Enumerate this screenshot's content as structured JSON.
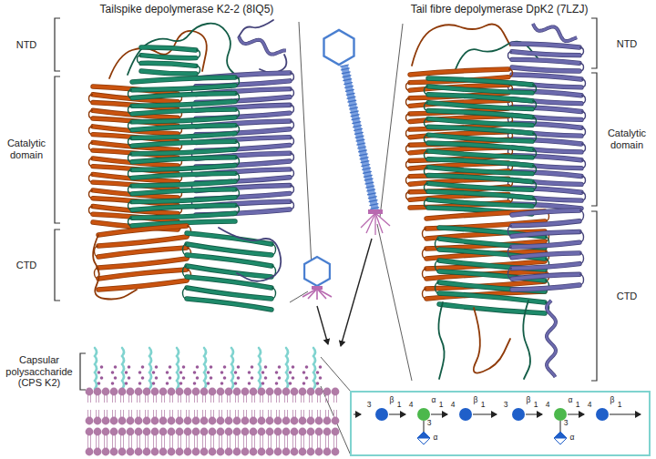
{
  "diagram": {
    "labels": [
      "Tailspike depolymerase K2-2 (8IQ5)",
      "Tail fibre depolymerase DpK2 (7LZJ)",
      "NTD",
      "Catalytic domain",
      "CTD",
      "NTD",
      "Catalytic domain",
      "CTD",
      "Capsular polysaccharide (CPS K2)",
      "3",
      "β",
      "1",
      "4",
      "α",
      "1",
      "3",
      "α",
      "4",
      "β",
      "1",
      "3",
      "β",
      "1",
      "4",
      "α",
      "1",
      "3",
      "α",
      "4",
      "β",
      "1"
    ]
  }
}
